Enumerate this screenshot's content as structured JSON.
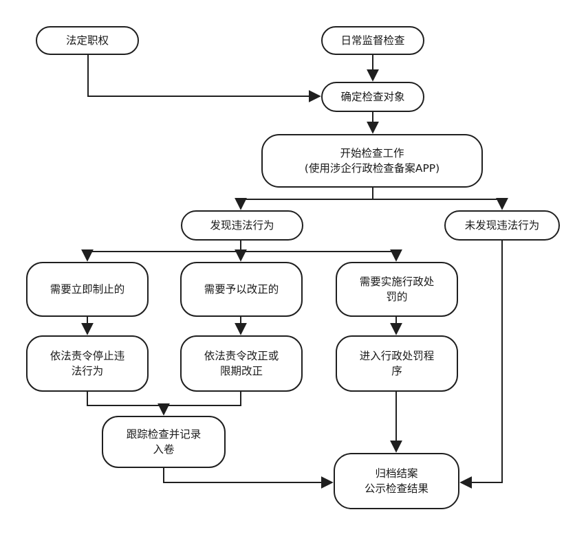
{
  "nodes": {
    "legal_authority": "法定职权",
    "daily_supervision": "日常监督检查",
    "determine_target": "确定检查对象",
    "start_work": [
      "开始检查工作",
      "(使用涉企行政检查备案APP)"
    ],
    "found_violation": "发现违法行为",
    "no_violation": "未发现违法行为",
    "stop_immediately": "需要立即制止的",
    "correct_needed": "需要予以改正的",
    "admin_penalty": [
      "需要实施行政处",
      "罚的"
    ],
    "order_stop": [
      "依法责令停止违",
      "法行为"
    ],
    "order_correct": [
      "依法责令改正或",
      "限期改正"
    ],
    "enter_penalty": [
      "进入行政处罚程",
      "序"
    ],
    "track_record": [
      "跟踪检查并记录",
      "入卷"
    ],
    "archive": [
      "归档结案",
      "公示检查结果"
    ]
  },
  "colors": {
    "stroke": "#1f1f1f",
    "text": "#1a1a1a",
    "background": "#ffffff"
  }
}
